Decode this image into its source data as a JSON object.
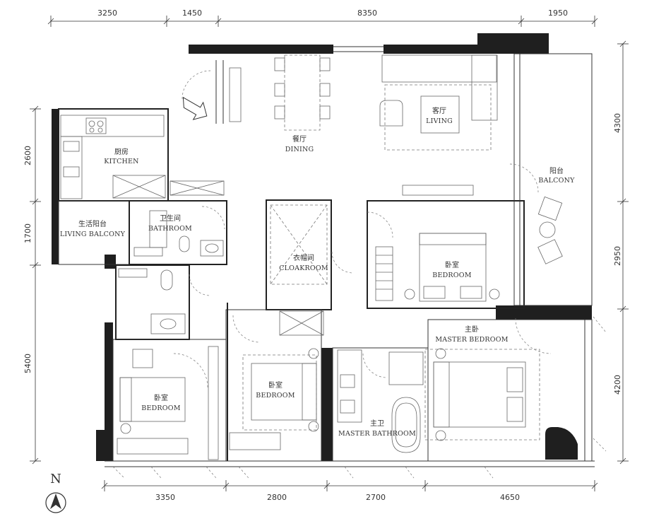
{
  "dimensions": {
    "top": [
      "3250",
      "1450",
      "8350",
      "1950"
    ],
    "bottom": [
      "3350",
      "2800",
      "2700",
      "4650"
    ],
    "left": [
      "2600",
      "1700",
      "5400"
    ],
    "right": [
      "4300",
      "2950",
      "4200"
    ]
  },
  "rooms": {
    "kitchen": {
      "cn": "厨房",
      "en": "KITCHEN"
    },
    "dining": {
      "cn": "餐厅",
      "en": "DINING"
    },
    "living": {
      "cn": "客厅",
      "en": "LIVING"
    },
    "balcony": {
      "cn": "阳台",
      "en": "BALCONY"
    },
    "living_balcony": {
      "cn": "生活阳台",
      "en": "LIVING BALCONY"
    },
    "bathroom": {
      "cn": "卫生间",
      "en": "BATHROOM"
    },
    "cloakroom": {
      "cn": "衣帽间",
      "en": "CLOAKROOM"
    },
    "bedroom_east": {
      "cn": "卧室",
      "en": "BEDROOM"
    },
    "master_bedroom": {
      "cn": "主卧",
      "en": "MASTER BEDROOM"
    },
    "bedroom_sw": {
      "cn": "卧室",
      "en": "BEDROOM"
    },
    "bedroom_mid": {
      "cn": "卧室",
      "en": "BEDROOM"
    },
    "master_bathroom": {
      "cn": "主卫",
      "en": "MASTER BATHROOM"
    }
  },
  "north": {
    "label": "N"
  }
}
